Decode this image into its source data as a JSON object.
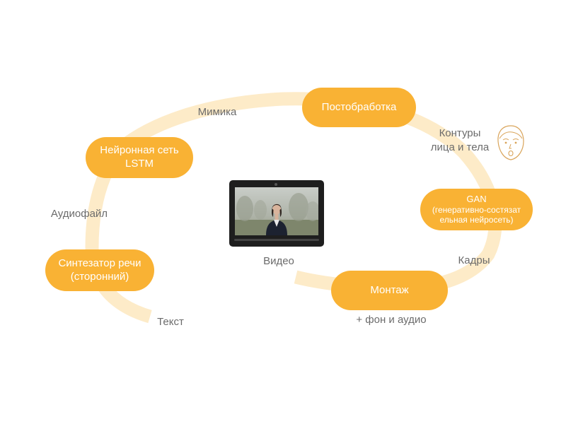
{
  "colors": {
    "pill": "#f9b234",
    "track": "#fdebc8",
    "label": "#6b6b6b",
    "face_stroke": "#d9a45a"
  },
  "diagram": {
    "nodes": {
      "postprocessing": {
        "line1": "Постобработка",
        "line2": ""
      },
      "lstm": {
        "line1": "Нейронная сеть",
        "line2": "LSTM"
      },
      "gan": {
        "line1": "GAN",
        "line2": "(генеративно-состязат",
        "line3": "ельная нейросеть)"
      },
      "tts": {
        "line1": "Синтезатор речи",
        "line2": "(сторонний)"
      },
      "montage": {
        "line1": "Монтаж",
        "line2": ""
      }
    },
    "labels": {
      "mimic": "Мимика",
      "contours_1": "Контуры",
      "contours_2": "лица и тела",
      "audiofile": "Аудиофайл",
      "frames": "Кадры",
      "video": "Видео",
      "text": "Текст",
      "bg_audio": "+ фон и аудио"
    },
    "icons": {
      "face": "face-sketch-icon",
      "tablet": "tablet-video-icon"
    }
  }
}
